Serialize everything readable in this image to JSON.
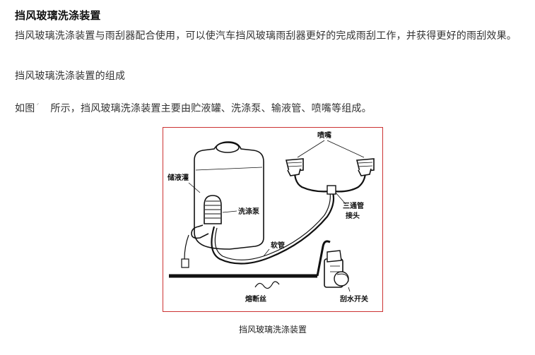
{
  "article": {
    "title": "挡风玻璃洗涤装置",
    "intro": "挡风玻璃洗涤装置与雨刮器配合使用，可以使汽车挡风玻璃雨刮器更好的完成雨刮工作，并获得更好的雨刮效果。",
    "section_heading": "挡风玻璃洗涤装置的组成",
    "desc_prefix": "如图",
    "desc_gap": "´",
    "desc_suffix": "所示，挡风玻璃洗涤装置主要由贮液罐、洗涤泵、输液管、喷嘴等组成。"
  },
  "figure": {
    "labels": {
      "nozzle": "喷嘴",
      "reservoir": "储液灌",
      "pump": "洗涤泵",
      "tee_line1": "三通管",
      "tee_line2": "接头",
      "hose": "软管",
      "fuse": "熔断丝",
      "switch": "刮水开关"
    },
    "caption": "挡风玻璃洗涤装置",
    "frame_color": "#cc3333"
  }
}
